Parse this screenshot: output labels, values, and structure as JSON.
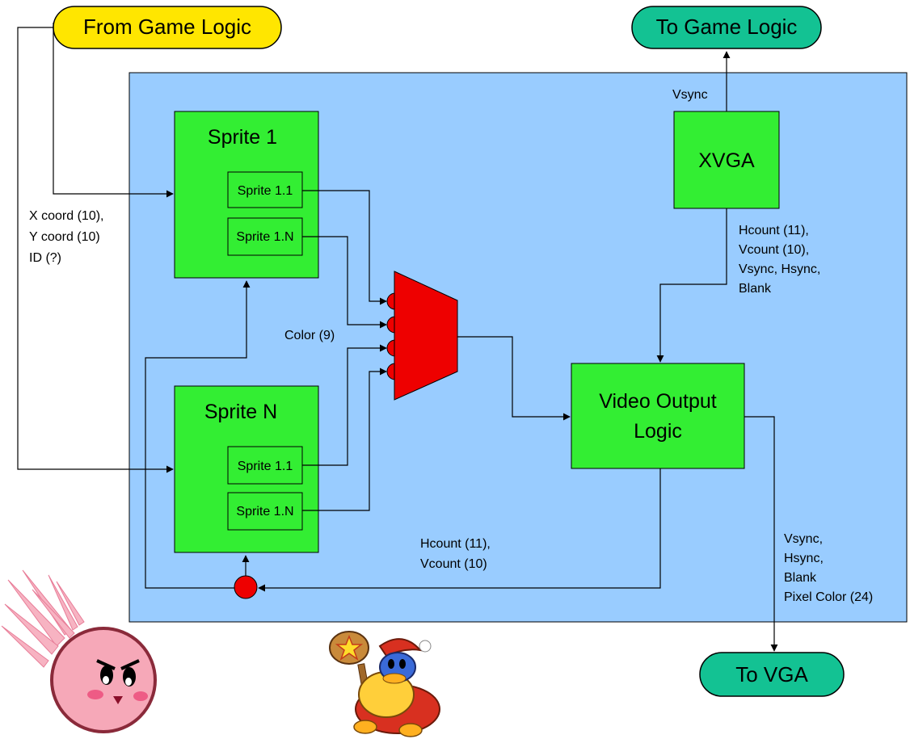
{
  "inputs": {
    "from_game_logic": "From Game Logic"
  },
  "outputs": {
    "to_game_logic": "To Game Logic",
    "to_vga": "To VGA"
  },
  "blocks": {
    "sprite_1": {
      "title": "Sprite 1",
      "sub": [
        "Sprite 1.1",
        "Sprite 1.N"
      ]
    },
    "sprite_n": {
      "title": "Sprite N",
      "sub": [
        "Sprite 1.1",
        "Sprite 1.N"
      ]
    },
    "xvga": {
      "title": "XVGA"
    },
    "video_output": {
      "title_lines": [
        "Video Output",
        "Logic"
      ]
    }
  },
  "labels": {
    "coords": [
      "X coord (10),",
      "Y coord (10)",
      "ID (?)"
    ],
    "color": "Color (9)",
    "vsync_top": "Vsync",
    "xvga_out": [
      "Hcount (11),",
      "Vcount (10),",
      "Vsync, Hsync,",
      "Blank"
    ],
    "video_feedback": [
      "Hcount (11),",
      "Vcount (10)"
    ],
    "vga_signals": [
      "Vsync,",
      "Hsync,",
      "Blank",
      "Pixel Color (24)"
    ]
  },
  "colors": {
    "system_bg": "#99ccff",
    "block_green": "#33ee33",
    "mux_red": "#ee0000",
    "input_yellow": "#ffe600",
    "output_teal": "#13c293",
    "kirby_pink": "#f6a8b8"
  },
  "illustrations": [
    "kirby-character",
    "king-dedede-character"
  ]
}
